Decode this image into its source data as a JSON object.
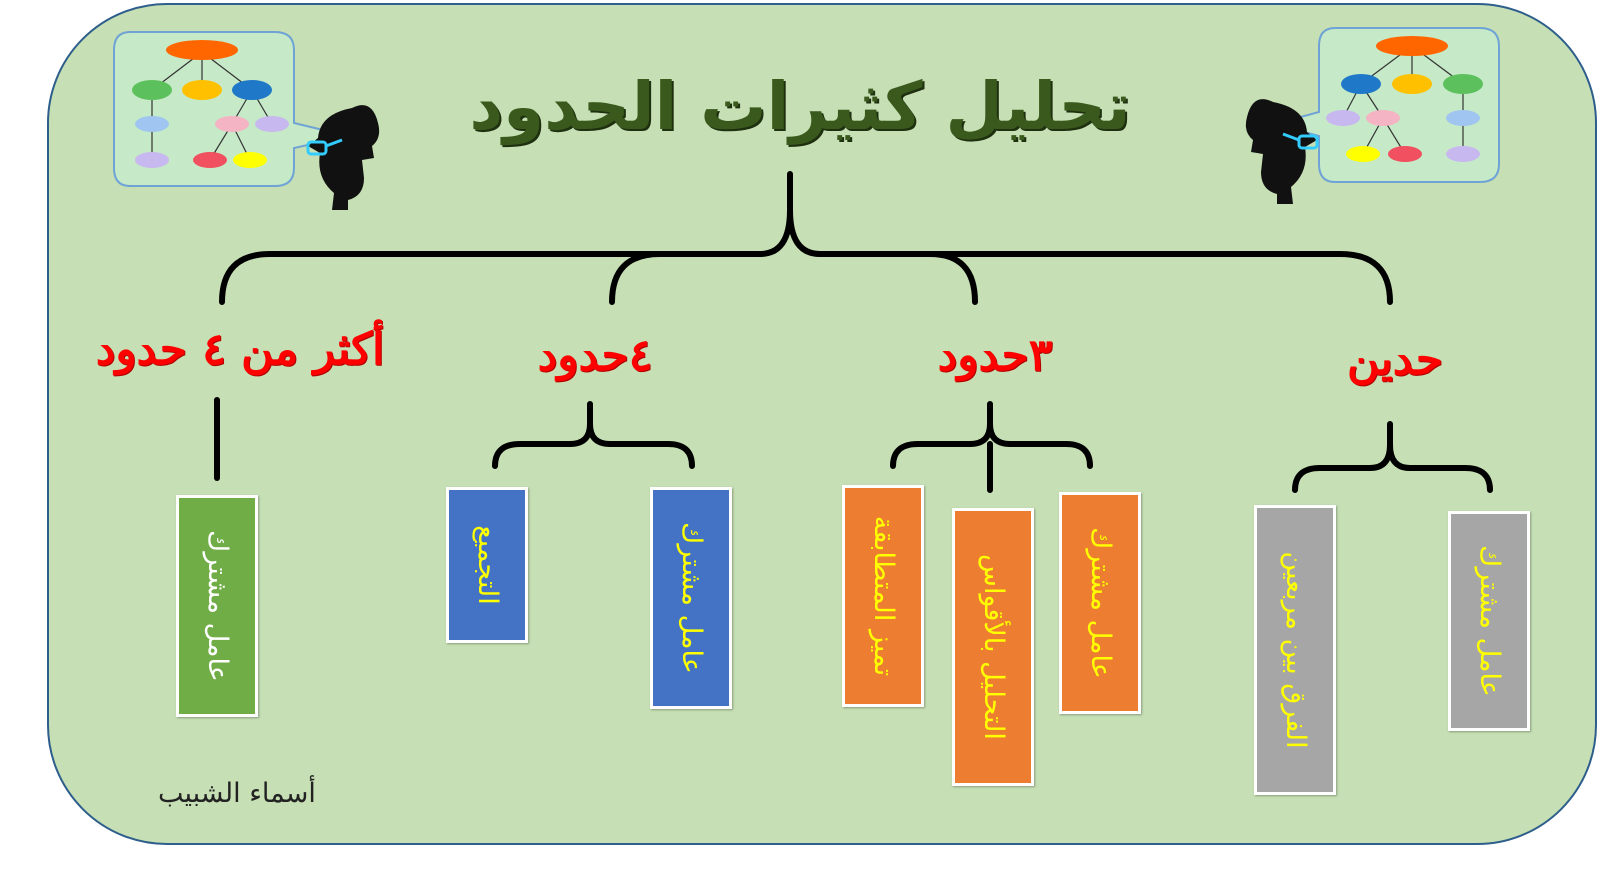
{
  "title": "تحليل كثيرات الحدود",
  "colors": {
    "background": "#c6dfb4",
    "border": "#2e5e8c",
    "title": "#3a5a1d",
    "heading": "#ff0000",
    "box_text": "#ffff00",
    "gray": "#a6a6a6",
    "orange": "#ed7d31",
    "blue": "#4472c4",
    "green": "#70ad47"
  },
  "branches": [
    {
      "label": "حدين",
      "boxes": [
        {
          "text": "عامل مشترك",
          "color": "gray"
        },
        {
          "text": "الفرق بين مربعين",
          "color": "gray"
        }
      ]
    },
    {
      "label": "٣حدود",
      "boxes": [
        {
          "text": "عامل مشترك",
          "color": "orange"
        },
        {
          "text": "التحليل بالأقواس",
          "color": "orange"
        },
        {
          "text": "تميز المتطابقة",
          "color": "orange"
        }
      ]
    },
    {
      "label": "٤حدود",
      "boxes": [
        {
          "text": "عامل مشترك",
          "color": "blue"
        },
        {
          "text": "التجميع",
          "color": "blue"
        }
      ]
    },
    {
      "label": "أكثر من ٤ حدود",
      "boxes": [
        {
          "text": "عامل مشترك",
          "color": "green"
        }
      ]
    }
  ],
  "icons": [
    "mind-map-thinking-head-icon",
    "mind-map-thinking-head-icon"
  ],
  "signature": "أسماء الشبيب"
}
